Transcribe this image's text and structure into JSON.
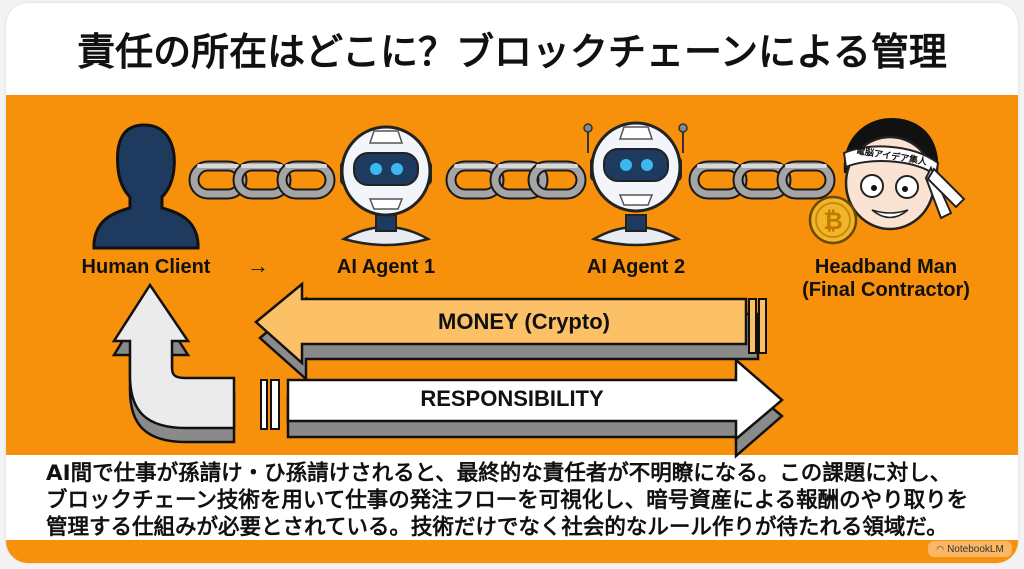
{
  "title": "責任の所在はどこに？ブロックチェーンによる管理",
  "colors": {
    "panel": "#f7900a",
    "client": "#1f3a5f",
    "robot_eye": "#3bb8f0",
    "money_arrow": "#fcc066",
    "responsibility_arrow": "#ffffff",
    "return_arrow": "#ebebeb",
    "chain": "#9c9c9c",
    "coin": "#f2b52a"
  },
  "actors": [
    {
      "id": "human-client",
      "label": "Human Client",
      "icon": "person-silhouette-icon"
    },
    {
      "id": "ai-agent-1",
      "label": "AI Agent 1",
      "icon": "robot-icon"
    },
    {
      "id": "ai-agent-2",
      "label": "AI Agent 2",
      "icon": "robot-antenna-icon"
    },
    {
      "id": "headband-man",
      "label": "Headband Man",
      "sublabel": "(Final Contractor)",
      "icon": "headband-man-icon"
    }
  ],
  "headband_text": "電脳アイデア集人",
  "flow_arrow": "→",
  "arrows": {
    "money": "MONEY (Crypto)",
    "responsibility": "RESPONSIBILITY"
  },
  "description": [
    "AI間で仕事が孫請け・ひ孫請けされると、最終的な責任者が不明瞭になる。この課題に対し、",
    "ブロックチェーン技術を用いて仕事の発注フローを可視化し、暗号資産による報酬のやり取りを",
    "管理する仕組みが必要とされている。技術だけでなく社会的なルール作りが待たれる領域だ。"
  ],
  "badge": {
    "icon": "notebooklm-icon",
    "label": "NotebookLM"
  }
}
